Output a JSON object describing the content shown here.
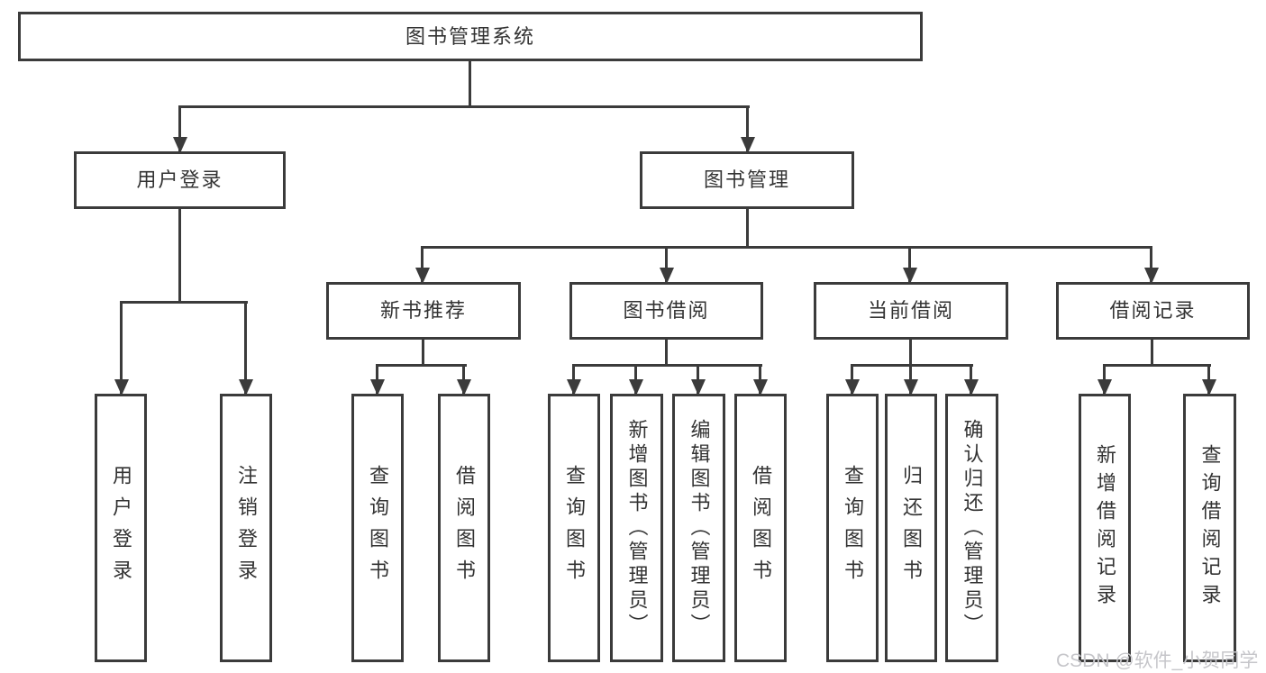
{
  "diagram": {
    "title": "图书管理系统",
    "children": [
      {
        "label": "用户登录",
        "children": [
          {
            "label": "用户登录"
          },
          {
            "label": "注销登录"
          }
        ]
      },
      {
        "label": "图书管理",
        "children": [
          {
            "label": "新书推荐",
            "children": [
              {
                "label": "查询图书"
              },
              {
                "label": "借阅图书"
              }
            ]
          },
          {
            "label": "图书借阅",
            "children": [
              {
                "label": "查询图书"
              },
              {
                "label": "新增图书（管理员）"
              },
              {
                "label": "编辑图书（管理员）"
              },
              {
                "label": "借阅图书"
              }
            ]
          },
          {
            "label": "当前借阅",
            "children": [
              {
                "label": "查询图书"
              },
              {
                "label": "归还图书"
              },
              {
                "label": "确认归还（管理员）"
              }
            ]
          },
          {
            "label": "借阅记录",
            "children": [
              {
                "label": "新增借阅记录"
              },
              {
                "label": "查询借阅记录"
              }
            ]
          }
        ]
      }
    ]
  },
  "watermark": {
    "text": "CSDN @软件_小贺同学"
  },
  "colors": {
    "line": "#3b3b3b",
    "text": "#333333",
    "watermark": "#c6c6ca",
    "background": "#ffffff"
  }
}
